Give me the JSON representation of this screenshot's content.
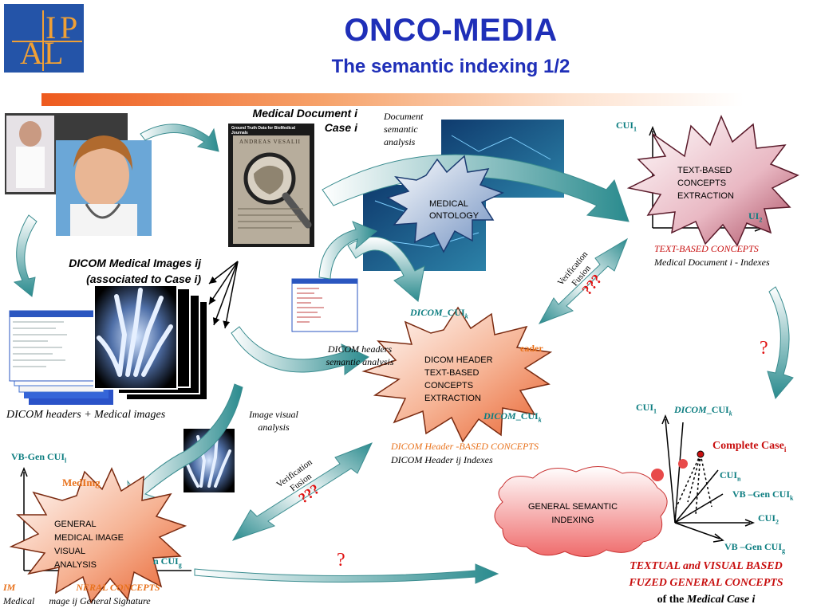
{
  "title": "ONCO-MEDIA",
  "subtitle": "The semantic indexing 1/2",
  "logo": {
    "letters": [
      "I",
      "P",
      "A",
      "L"
    ]
  },
  "doc": {
    "title_line1": "Medical Document i",
    "title_line2": "Case i",
    "journal_heading": "Ground Truth Data for BioMedical Journals",
    "book_title": "ANDREAS VESALII"
  },
  "dicom_images_label": {
    "line1": "DICOM Medical Images ij",
    "line2": "(associated to Case i)"
  },
  "dicom_headers_images_label": "DICOM headers + Medical images",
  "document_semantic_analysis": [
    "Document",
    "semantic",
    "analysis"
  ],
  "dicom_headers_semantic_analysis": [
    "DICOM headers",
    "semantic analysis"
  ],
  "image_visual_analysis": [
    "Image visual",
    "analysis"
  ],
  "medical_ontology": [
    "MEDICAL",
    "ONTOLOGY"
  ],
  "text_concepts_star": [
    "TEXT-BASED",
    "CONCEPTS",
    "EXTRACTION"
  ],
  "text_concepts_caption": {
    "line1": "TEXT-BASED CONCEPTS",
    "line2": "Medical Document i - Indexes"
  },
  "axis_text": {
    "cui1": "CUI",
    "cui1_sub": "1",
    "cui2": "UI",
    "cui2_sub": "2"
  },
  "verification_fusion_top": {
    "line1": "Verification",
    "line2": "Fusion",
    "marks": "???"
  },
  "verification_fusion_bottom": {
    "line1": "Verification",
    "line2": "Fusion",
    "marks": "???"
  },
  "dicom_cuik_top": {
    "pre": "DICOM",
    "post": "_CUI",
    "sub": "k"
  },
  "dicom_header_star": [
    "DICOM HEADER",
    "TEXT-BASED",
    "CONCEPTS",
    "EXTRACTION"
  ],
  "dicom_header_partial": "eader",
  "dicom_cuik_mid": {
    "pre": "DICOM",
    "post": "_CUI",
    "sub": "k"
  },
  "dicom_header_caption": {
    "line1": "DICOM Header -BASED CONCEPTS",
    "line2": "DICOM Header ij Indexes"
  },
  "question_right": "?",
  "question_bottom": "?",
  "vb_gen_axis": {
    "label": "VB-Gen CUI",
    "sub": "l",
    "medimg": "MedImg",
    "cuig_text": "n CUI",
    "cuig_sub": "g"
  },
  "general_image_star": [
    "GENERAL",
    "MEDICAL IMAGE",
    "VISUAL",
    "ANALYSIS"
  ],
  "image_concepts_caption": {
    "line1_left": "IM",
    "line1_right": "NERAL CONCEPTS",
    "line2_left": "Medical",
    "line2_right": "mage ij General Signature"
  },
  "general_semantic_indexing": [
    "GENERAL SEMANTIC",
    "INDEXING"
  ],
  "fused_axis": {
    "cui1": "CUI",
    "cui1_sub": "1",
    "dicom_pre": "DICOM",
    "dicom_post": "_CUI",
    "dicom_sub": "k",
    "complete_case": "Complete Case",
    "complete_case_sub": "i",
    "cuin": "CUI",
    "cuin_sub": "n",
    "vb_gen_k": "VB –Gen CUI",
    "vb_gen_k_sub": "k",
    "cui2": "CUI",
    "cui2_sub": "2",
    "vb_gen_g": "VB –Gen CUI",
    "vb_gen_g_sub": "g"
  },
  "fused_caption": {
    "line1": "TEXTUAL and VISUAL BASED",
    "line2": "FUZED GENERAL CONCEPTS",
    "line3_pre": "of the ",
    "line3_it": "Medical Case i"
  },
  "colors": {
    "title_blue": "#1f2fb8",
    "teal": "#0c7d80",
    "orange": "#e8711b",
    "red": "#c81010",
    "darkred": "#b01818"
  }
}
